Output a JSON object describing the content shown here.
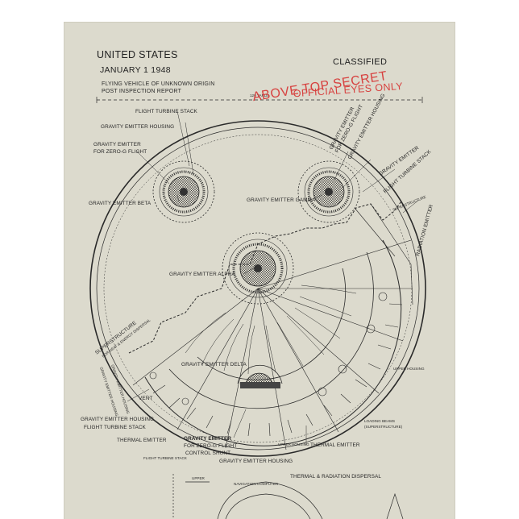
{
  "header": {
    "country": "UNITED STATES",
    "date": "JANUARY 1 1948",
    "subject_line1": "FLYING VEHICLE OF UNKNOWN ORIGIN",
    "subject_line2": "POST INSPECTION REPORT",
    "classification": "CLASSIFIED",
    "scale": "120 YARDS"
  },
  "stamp": {
    "line1": "ABOVE TOP SECRET",
    "line2": "OFFICIAL EYES ONLY",
    "color": "#d7413f"
  },
  "labels": {
    "flight_turbine_stack_top": "FLIGHT TURBINE STACK",
    "gravity_emitter_housing_top": "GRAVITY EMITTER HOUSING",
    "zero_g_left_1": "GRAVITY EMITTER",
    "zero_g_left_2": "FOR ZERO-G FLIGHT",
    "emitter_beta": "GRAVITY EMITTER BETA",
    "emitter_gamma": "GRAVITY EMITTER GAMMA",
    "emitter_alpha": "GRAVITY EMITTER ALPHA",
    "emitter_delta": "GRAVITY EMITTER DELTA",
    "rot_gravity_emitter": "GRAVITY EMITTER",
    "rot_zero_g": "FOR ZERO-G FLIGHT",
    "rot_gravity_housing": "GRAVITY EMITTER HOUSING",
    "right_gravity_emitter": "GRAVITY EMITTER",
    "right_flight_turbine": "FLIGHT TURBINE STACK",
    "superstructure_small": "SUPERSTRUCTURE",
    "radiation_emitter": "RADIATION EMITTER",
    "superstructure_left": "SUPERSTRUCTURE",
    "heat_energy_dispersal": "FOR HEAT & ENERGY DISPERSAL",
    "vertical_small_1": "GRAVITY EMITTER HOUSING",
    "vertical_small_2": "GRAVITY EMITTER HOUSING",
    "upper_housing_right": "UPPER HOUSING",
    "vent": "VENT",
    "gravity_emitter_housing_low": "GRAVITY EMITTER HOUSING",
    "flight_turbine_stack_low": "FLIGHT TURBINE STACK",
    "thermal_emitter_left": "THERMAL EMITTER",
    "gravity_emitter_bold": "GRAVITY EMITTER",
    "for_zero_g_low": "FOR ZERO-G FLIGHT",
    "control_shunt": "CONTROL SHUNT",
    "upper_housing_low": "UPPER HOUSING",
    "thermal_emitter_right": "THERMAL EMITTER",
    "loading_beams_1": "LOADING BEAMS",
    "loading_beams_2": "(SUPERSTRUCTURE)",
    "flight_turbine_bottom": "FLIGHT TURBINE STACK",
    "gravity_emitter_housing_bottom": "GRAVITY EMITTER HOUSING",
    "upper": "UPPER",
    "navigation_computer": "NAVIGATION COMPUTER",
    "thermal_radiation_dispersal": "THERMAL & RADIATION DISPERSAL"
  }
}
